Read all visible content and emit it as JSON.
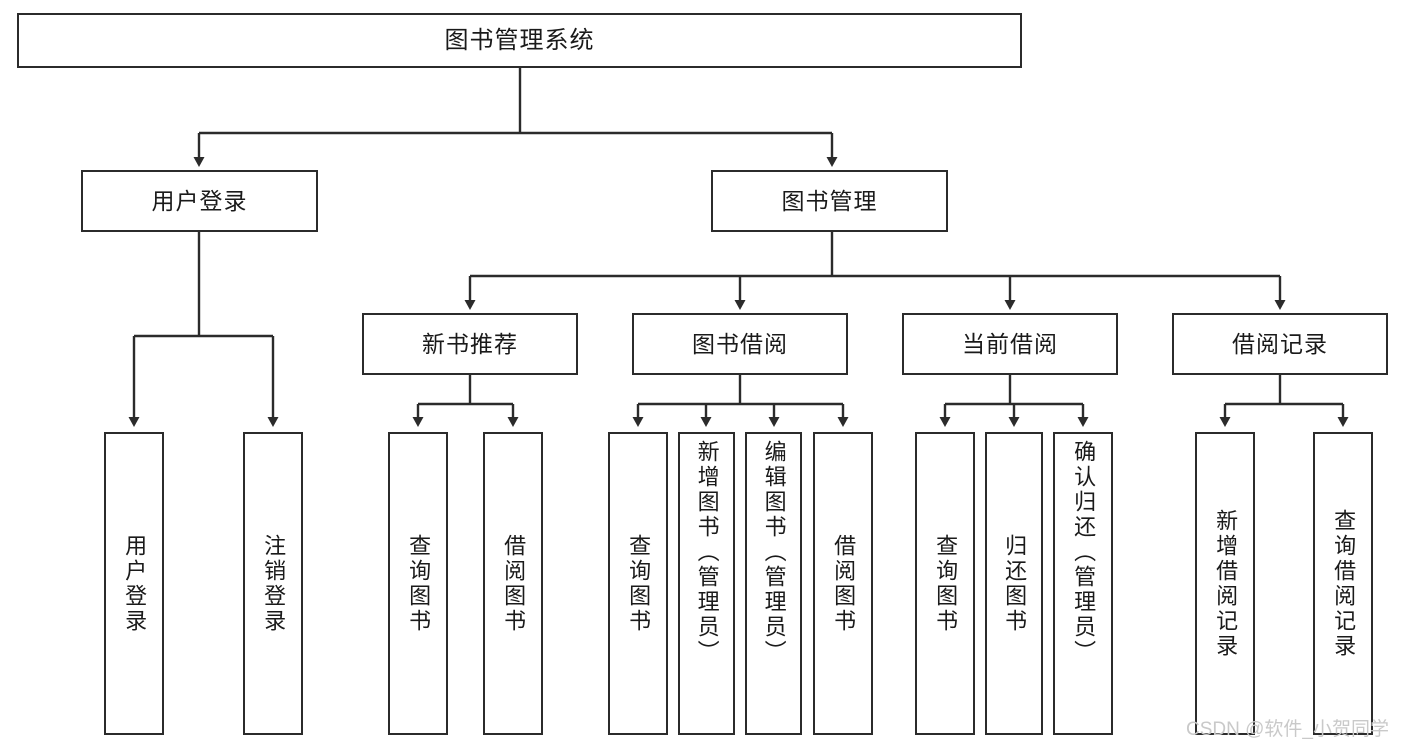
{
  "diagram": {
    "title": "图书管理系统",
    "type": "tree-hierarchy",
    "orientation": "top-down",
    "colors": {
      "box_border": "#2b2b2b",
      "box_fill": "#ffffff",
      "edge": "#2b2b2b",
      "text": "#1a1a1a",
      "watermark": "#c9c9c9",
      "background": "#ffffff"
    }
  },
  "root": {
    "label": "图书管理系统"
  },
  "level2": [
    {
      "label": "用户登录"
    },
    {
      "label": "图书管理"
    }
  ],
  "level3": [
    {
      "label": "新书推荐"
    },
    {
      "label": "图书借阅"
    },
    {
      "label": "当前借阅"
    },
    {
      "label": "借阅记录"
    }
  ],
  "leaves": {
    "user_login": [
      {
        "label": "用户登录"
      },
      {
        "label": "注销登录"
      }
    ],
    "new_book_recommend": [
      {
        "label": "查询图书"
      },
      {
        "label": "借阅图书"
      }
    ],
    "book_borrow": [
      {
        "label": "查询图书"
      },
      {
        "label": "新增图书（管理员）"
      },
      {
        "label": "编辑图书（管理员）"
      },
      {
        "label": "借阅图书"
      }
    ],
    "current_borrow": [
      {
        "label": "查询图书"
      },
      {
        "label": "归还图书"
      },
      {
        "label": "确认归还（管理员）"
      }
    ],
    "borrow_record": [
      {
        "label": "新增借阅记录"
      },
      {
        "label": "查询借阅记录"
      }
    ]
  },
  "watermark": {
    "text": "CSDN @软件_小贺同学"
  }
}
